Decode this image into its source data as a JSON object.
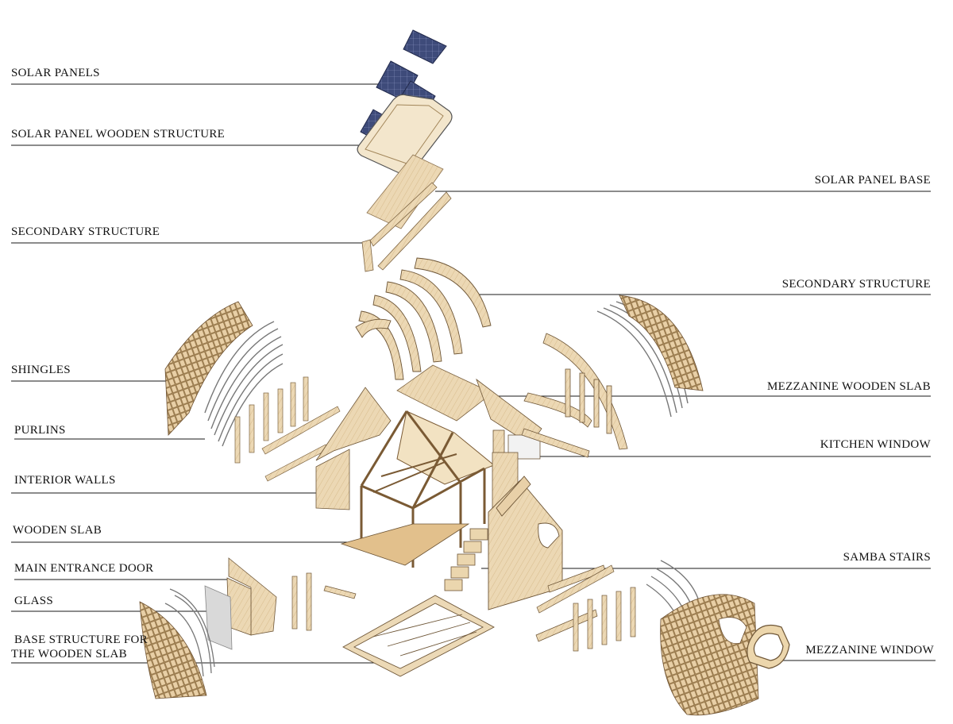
{
  "labels": {
    "solar_panels": "SOLAR PANELS",
    "solar_panel_wooden_structure": "SOLAR PANEL WOODEN STRUCTURE",
    "solar_panel_base": "SOLAR PANEL BASE",
    "secondary_structure_left": "SECONDARY STRUCTURE",
    "secondary_structure_right": "SECONDARY STRUCTURE",
    "shingles": "SHINGLES",
    "mezzanine_wooden_slab": "MEZZANINE WOODEN SLAB",
    "purlins": "PURLINS",
    "kitchen_window": "KITCHEN WINDOW",
    "interior_walls": "INTERIOR WALLS",
    "wooden_slab": "WOODEN SLAB",
    "main_entrance_door": "MAIN ENTRANCE DOOR",
    "samba_stairs": "SAMBA STAIRS",
    "glass": "GLASS",
    "base_structure_line1": "BASE STRUCTURE FOR",
    "base_structure_line2": "THE WOODEN SLAB",
    "mezzanine_window": "MEZZANINE WINDOW"
  },
  "colors": {
    "wood": "#e9d3ae",
    "wood_dark": "#c9a676",
    "solar": "#3d4a78",
    "line": "#1a1a1a",
    "purlin": "#8a8a8a"
  }
}
